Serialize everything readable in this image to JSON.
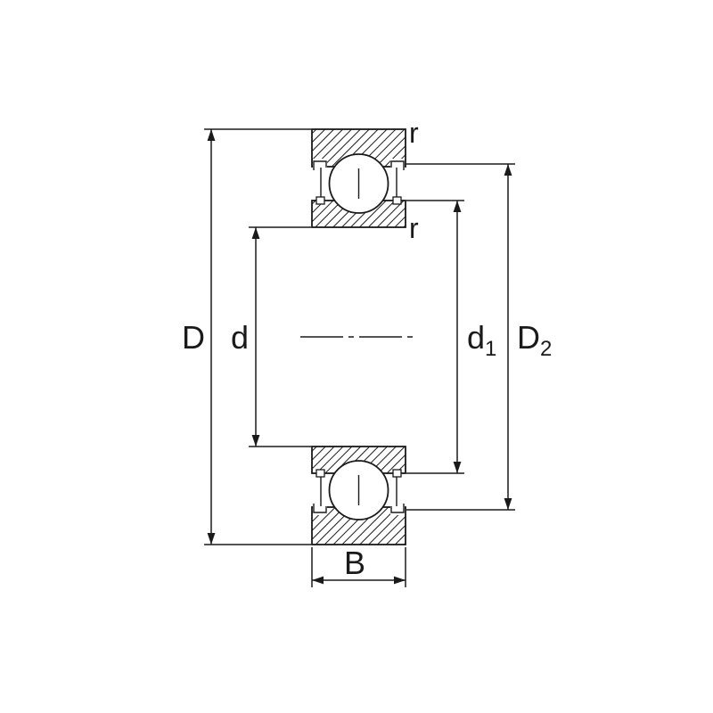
{
  "diagram": {
    "labels": {
      "outer_diameter": "D",
      "bore_diameter": "d",
      "d1_base": "d",
      "d1_sub": "1",
      "d2_base": "D",
      "d2_sub": "2",
      "width": "B",
      "radius_outer": "r",
      "radius_inner": "r"
    },
    "colors": {
      "ink": "#1a1a1a",
      "background": "#ffffff"
    }
  }
}
